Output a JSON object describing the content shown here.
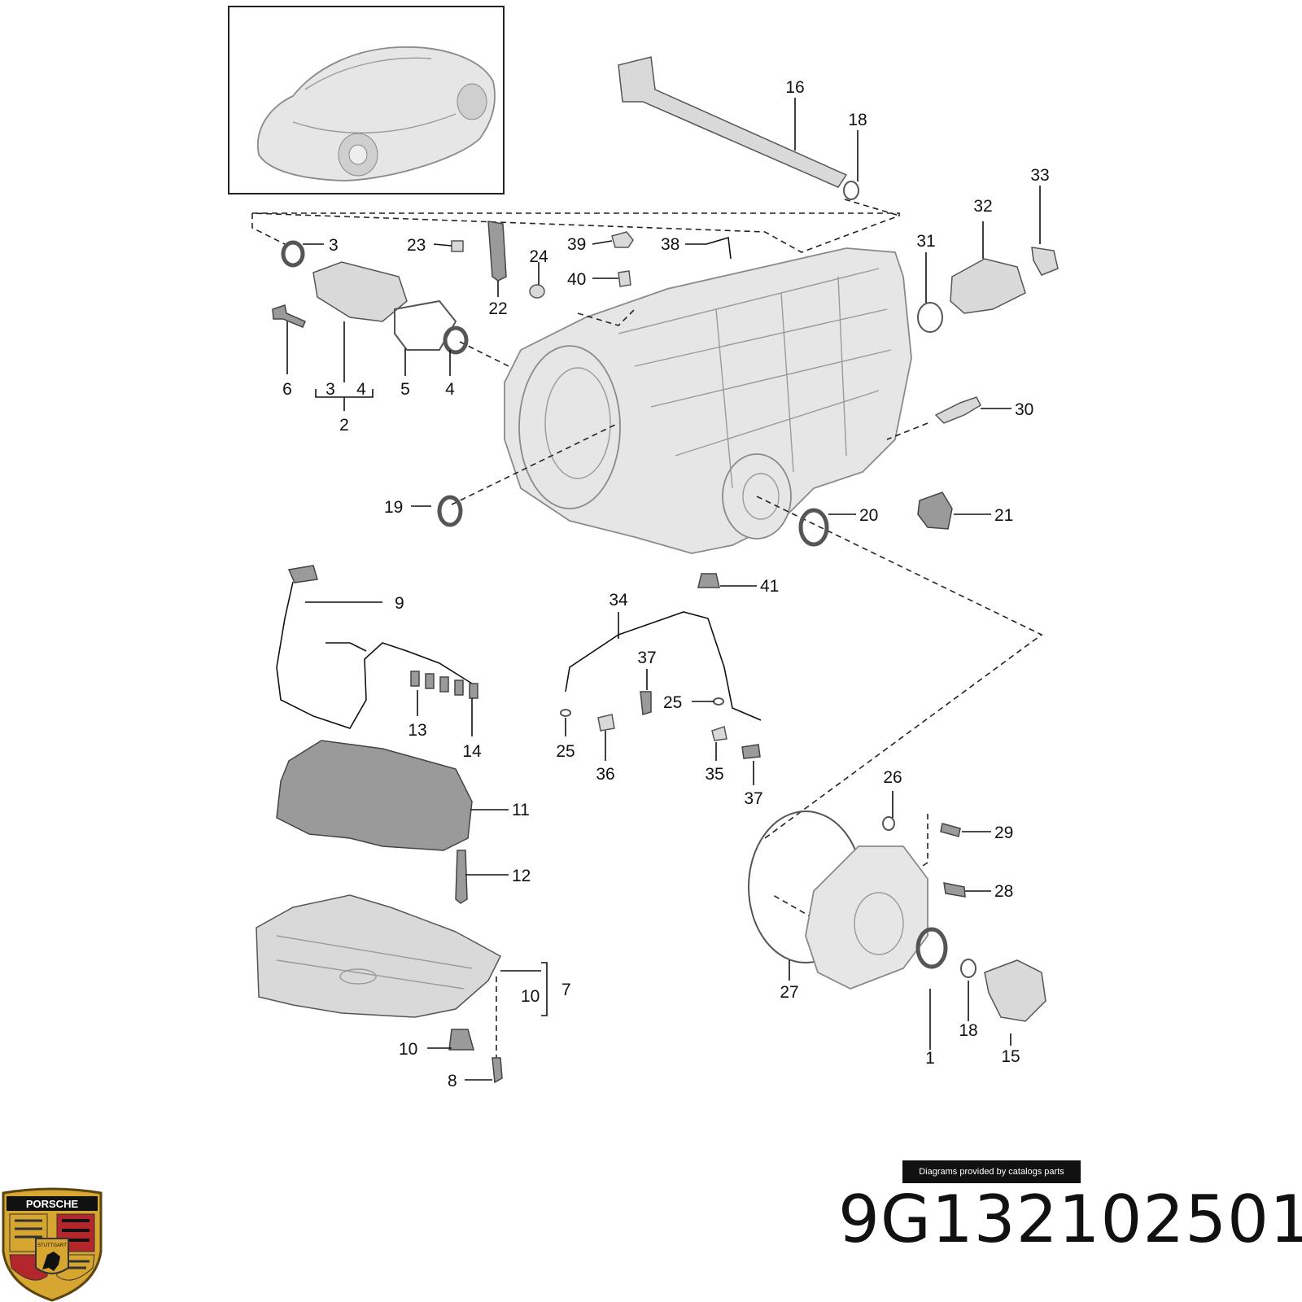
{
  "callouts": [
    "16",
    "18",
    "33",
    "32",
    "31",
    "3",
    "23",
    "39",
    "38",
    "24",
    "40",
    "22",
    "6",
    "3",
    "4",
    "2",
    "5",
    "4",
    "30",
    "19",
    "20",
    "21",
    "41",
    "9",
    "34",
    "37",
    "25",
    "13",
    "14",
    "25",
    "36",
    "35",
    "37",
    "26",
    "11",
    "29",
    "12",
    "28",
    "7",
    "10",
    "27",
    "18",
    "10",
    "8",
    "1",
    "15"
  ],
  "credit_text": "Diagrams provided by catalogs parts",
  "part_number": "9G132102501",
  "logo": {
    "name": "porsche-crest",
    "text": "PORSCHE",
    "city": "STUTTGART"
  },
  "colors": {
    "accent": "#b3262b",
    "gold": "#d6a630",
    "ink": "#111111"
  }
}
